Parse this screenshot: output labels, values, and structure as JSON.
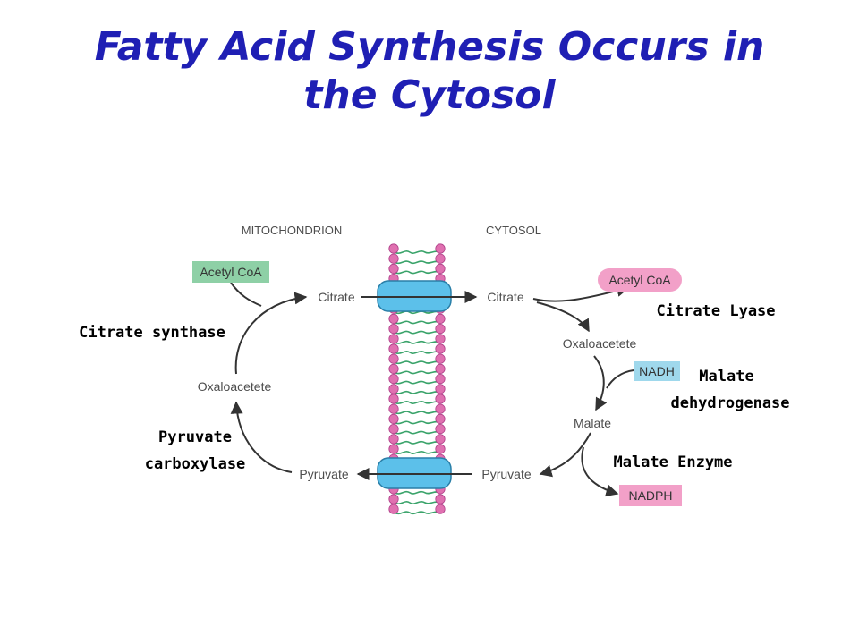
{
  "title": "Fatty Acid Synthesis Occurs in the Cytosol",
  "compartments": {
    "left": "MITOCHONDRION",
    "right": "CYTOSOL"
  },
  "metabolites": {
    "mito_acetyl_coa": "Acetyl CoA",
    "mito_citrate": "Citrate",
    "mito_oxaloacetate": "Oxaloacetete",
    "mito_pyruvate": "Pyruvate",
    "cyto_citrate": "Citrate",
    "cyto_acetyl_coa": "Acetyl CoA",
    "cyto_oxaloacetate": "Oxaloacetete",
    "cyto_nadh": "NADH",
    "cyto_malate": "Malate",
    "cyto_pyruvate": "Pyruvate",
    "cyto_nadph": "NADPH"
  },
  "enzymes": {
    "citrate_synthase": "Citrate synthase",
    "pyruvate_carboxylase_line1": "Pyruvate",
    "pyruvate_carboxylase_line2": "carboxylase",
    "citrate_lyase": "Citrate Lyase",
    "malate_dehydrogenase_line1": "Malate",
    "malate_dehydrogenase_line2": "dehydrogenase",
    "malate_enzyme": "Malate Enzyme"
  },
  "colors": {
    "title": "#1f1fb4",
    "acetyl_coa_mito_box": "#8ed0a6",
    "acetyl_coa_cyto_box": "#f2a0c8",
    "nadh_box": "#9fd8ec",
    "nadph_box": "#f2a0c8",
    "lipid_head": "#e070b0",
    "lipid_tail": "#3aa36a",
    "transporter": "#5cc0ea"
  }
}
